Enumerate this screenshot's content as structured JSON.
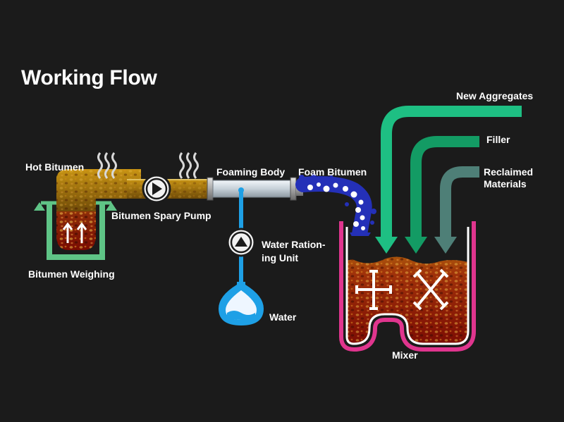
{
  "title": "Working Flow",
  "labels": {
    "hot_bitumen": "Hot Bitumen",
    "bitumen_spray_pump": "Bitumen Spary Pump",
    "foaming_body": "Foaming Body",
    "foam_bitumen": "Foam Bitumen",
    "new_aggregates": "New Aggregates",
    "filler": "Filler",
    "reclaimed_line1": "Reclaimed",
    "reclaimed_line2": "Materials",
    "bitumen_weighing": "Bitumen Weighing",
    "water_rationing_line1": "Water Ration-",
    "water_rationing_line2": "ing Unit",
    "water": "Water",
    "mixer": "Mixer"
  },
  "colors": {
    "background": "#1b1b1b",
    "weighing_tank": "#5fc486",
    "pipe_steel": "#a8a8a8",
    "bitumen_gold": "#b8870e",
    "bitumen_red": "#8a1505",
    "foam_blue": "#2430b8",
    "water_blue": "#1ea0e6",
    "mixer_pink": "#e0358e",
    "new_aggregates_arrow": "#1ebf83",
    "filler_arrow": "#139b64",
    "reclaimed_arrow": "#4e7f77"
  },
  "icons": [
    "steam-icon",
    "pump-icon",
    "ration-pump-icon",
    "water-drop-icon",
    "agitator-cross-icon",
    "agitator-x-icon"
  ]
}
